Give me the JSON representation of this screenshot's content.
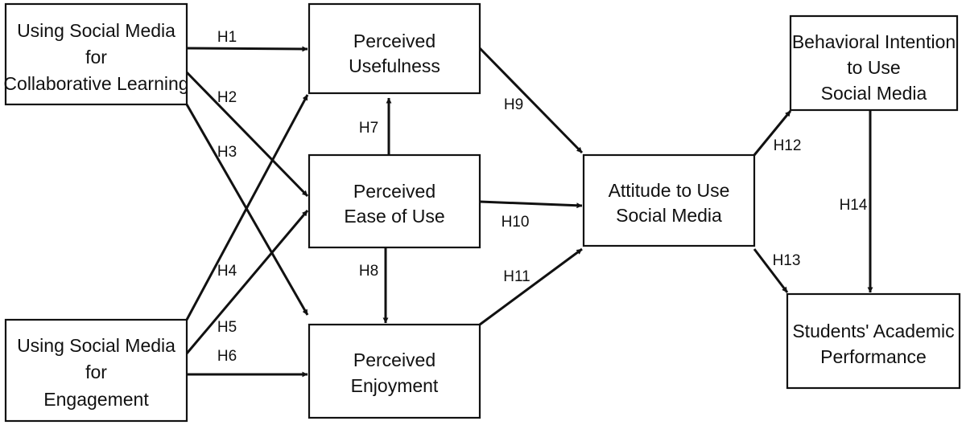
{
  "nodes": [
    {
      "id": "collab",
      "lines": [
        "Using Social Media",
        "for",
        "Collaborative Learning"
      ]
    },
    {
      "id": "engage",
      "lines": [
        "Using Social Media",
        "for",
        "Engagement"
      ]
    },
    {
      "id": "pu",
      "lines": [
        "Perceived",
        "Usefulness"
      ]
    },
    {
      "id": "peou",
      "lines": [
        "Perceived",
        "Ease of Use"
      ]
    },
    {
      "id": "pe",
      "lines": [
        "Perceived",
        "Enjoyment"
      ]
    },
    {
      "id": "att",
      "lines": [
        "Attitude to Use",
        "Social Media"
      ]
    },
    {
      "id": "bi",
      "lines": [
        "Behavioral Intention",
        "to Use",
        "Social Media"
      ]
    },
    {
      "id": "sap",
      "lines": [
        "Students' Academic",
        "Performance"
      ]
    }
  ],
  "edges": [
    {
      "from": "collab",
      "to": "pu",
      "label": "H1"
    },
    {
      "from": "collab",
      "to": "peou",
      "label": "H2"
    },
    {
      "from": "collab",
      "to": "pe",
      "label": "H3"
    },
    {
      "from": "engage",
      "to": "pu",
      "label": "H4"
    },
    {
      "from": "engage",
      "to": "peou",
      "label": "H5"
    },
    {
      "from": "engage",
      "to": "pe",
      "label": "H6"
    },
    {
      "from": "peou",
      "to": "pu",
      "label": "H7"
    },
    {
      "from": "peou",
      "to": "pe",
      "label": "H8"
    },
    {
      "from": "pu",
      "to": "att",
      "label": "H9"
    },
    {
      "from": "peou",
      "to": "att",
      "label": "H10"
    },
    {
      "from": "pe",
      "to": "att",
      "label": "H11"
    },
    {
      "from": "att",
      "to": "bi",
      "label": "H12"
    },
    {
      "from": "att",
      "to": "sap",
      "label": "H13"
    },
    {
      "from": "bi",
      "to": "sap",
      "label": "H14"
    }
  ]
}
